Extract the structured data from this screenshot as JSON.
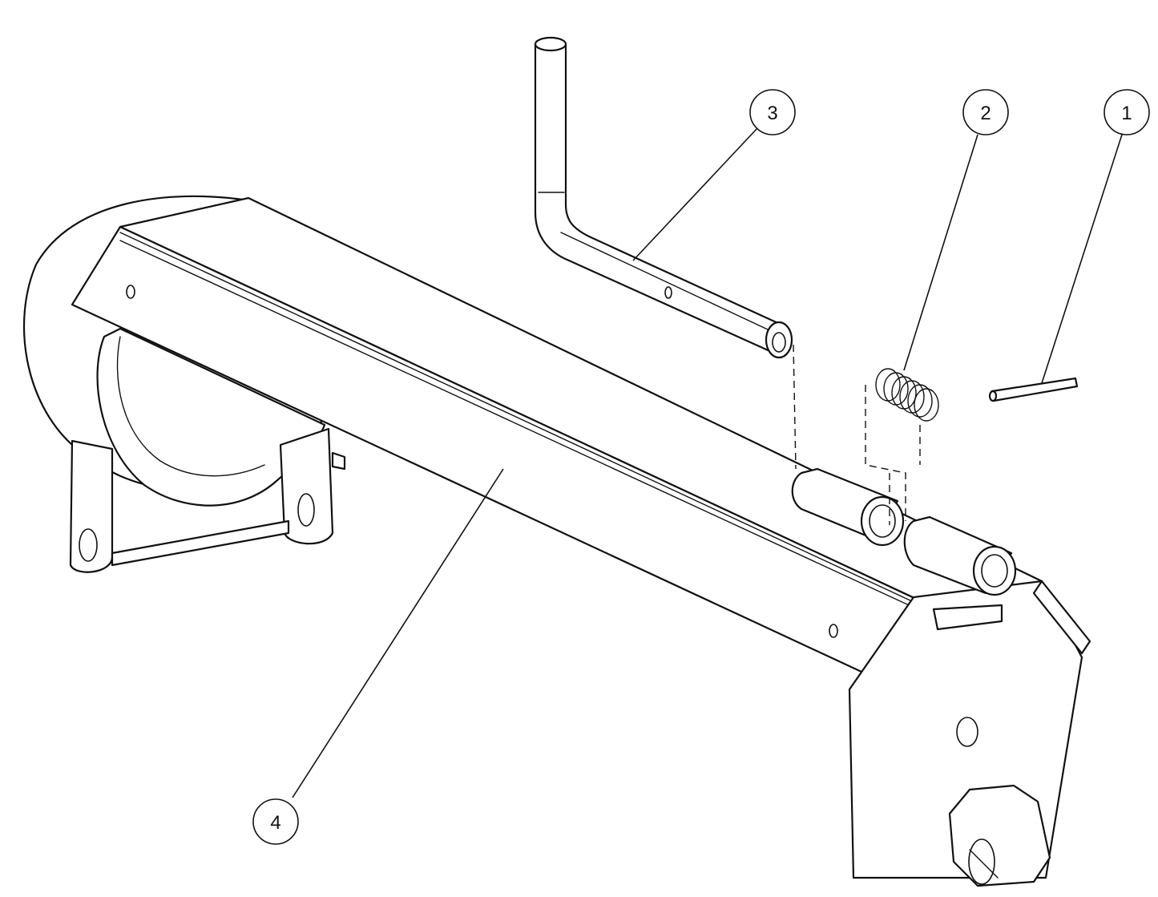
{
  "balloons": [
    {
      "id": "1",
      "label": "1"
    },
    {
      "id": "2",
      "label": "2"
    },
    {
      "id": "3",
      "label": "3"
    },
    {
      "id": "4",
      "label": "4"
    }
  ],
  "colors": {
    "line": "#111111",
    "background": "#ffffff"
  }
}
